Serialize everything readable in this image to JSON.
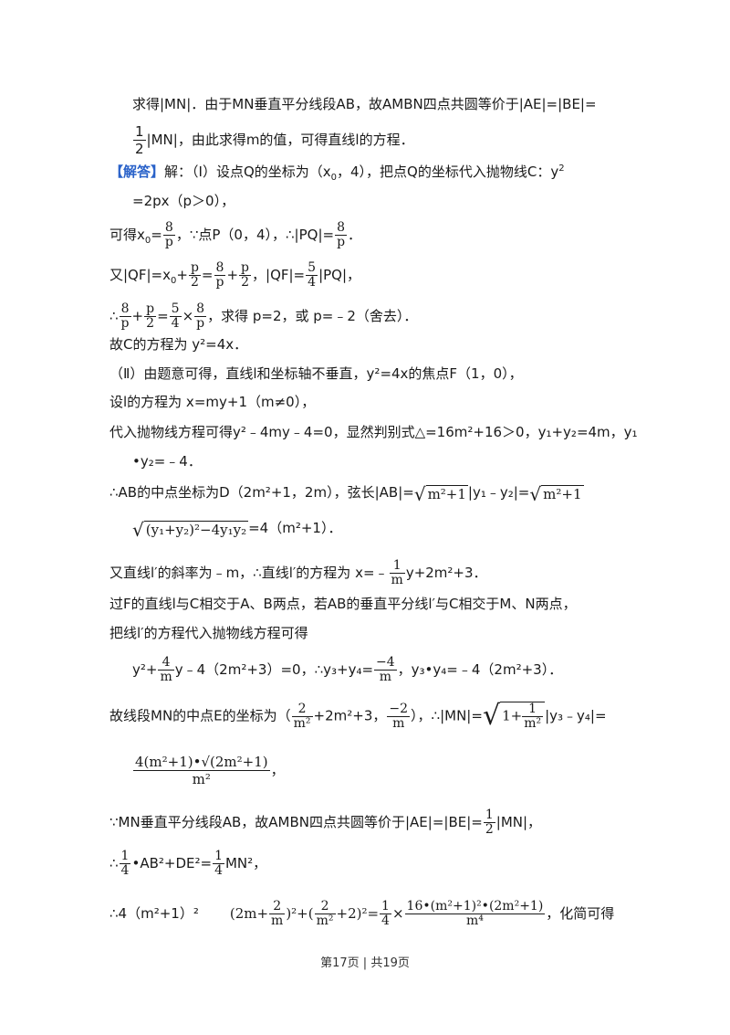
{
  "lines": {
    "l01": "求得|MN|．由于MN垂直平分线段AB，故AMBN四点共圆等价于|AE|=|BE|=",
    "l02": "|MN|，由此求得m的值，可得直线l的方程．",
    "l03_tag": "【解答】",
    "l03": "解：（Ⅰ）设点Q的坐标为（x",
    "l03b": "，4），把点Q的坐标代入抛物线C：y",
    "l04": "=2px（p＞0），",
    "l05a": "可得x",
    "l05b": "=",
    "l05c": "，∵点P（0，4），∴|PQ|=",
    "l06a": "又|QF|=x",
    "l06b": "，|QF|=",
    "l06c": "|PQ|，",
    "l07a": "，求得 p=2，或 p=﹣2（舍去）．",
    "l08": "故C的方程为 y²=4x．",
    "l09": "（Ⅱ）由题意可得，直线l和坐标轴不垂直，y²=4x的焦点F（1，0），",
    "l10": "设l的方程为 x=my+1（m≠0），",
    "l11": "代入抛物线方程可得y²﹣4my﹣4=0，显然判别式△=16m²+16＞0，y₁+y₂=4m，y₁",
    "l12": "•y₂=﹣4．",
    "l13a": "∴AB的中点坐标为D（2m²+1，2m），弦长|AB|=",
    "l13b": "|y₁﹣y₂|=",
    "l14b": "=4（m²+1）．",
    "l15a": "又直线l′的斜率为﹣m，∴直线l′的方程为 x=﹣",
    "l15b": "y+2m²+3．",
    "l16": "过F的直线l与C相交于A、B两点，若AB的垂直平分线l′与C相交于M、N两点，",
    "l17": "把线l′的方程代入抛物线方程可得",
    "l18a": "y²+",
    "l18b": "y﹣4（2m²+3）=0，∴y₃+y₄=",
    "l18c": "，y₃•y₄=﹣4（2m²+3）．",
    "l19a": "故线段MN的中点E的坐标为（",
    "l19b": "+2m²+3，",
    "l19c": "），∴|MN|=",
    "l19d": "|y₃﹣y₄|=",
    "l21": "∵MN垂直平分线段AB，故AMBN四点共圆等价于|AE|=|BE|=",
    "l21b": "|MN|，",
    "l22a": "∴",
    "l22b": "•AB²+DE²=",
    "l22c": "MN²，",
    "l23a": "∴4（m²+1）²",
    "l23b": "，化简可得"
  },
  "math": {
    "half_n": "1",
    "half_d": "2",
    "x0_sub": "0",
    "y_sq": "2",
    "eight": "8",
    "p": "p",
    "p_over_2_n": "p",
    "two": "2",
    "five": "5",
    "four": "4",
    "m": "m",
    "sqrt_m2p1": "m²+1",
    "sqrt_long": "(y₁+y₂)²−4y₁y₂",
    "four_m": "4",
    "neg4": "−4",
    "neg2": "−2",
    "m2": "m²",
    "sqrt_1_n": "1",
    "sqrt_1_d": "m²",
    "mn_num": "4(m²+1)•√(2m²+1)",
    "mn_den": "m²",
    "one": "1",
    "term1": "(2m+",
    "term1c": ")²+(",
    "term2c": "+2)²=",
    "big_num": "16•(m²+1)²•(2m²+1)",
    "big_den": "m⁴",
    "times": "×"
  },
  "footer": {
    "page": "第17页",
    "sep": "|",
    "total": "共19页"
  },
  "colors": {
    "tag": "#2a62c9",
    "text": "#1a1a1a"
  }
}
